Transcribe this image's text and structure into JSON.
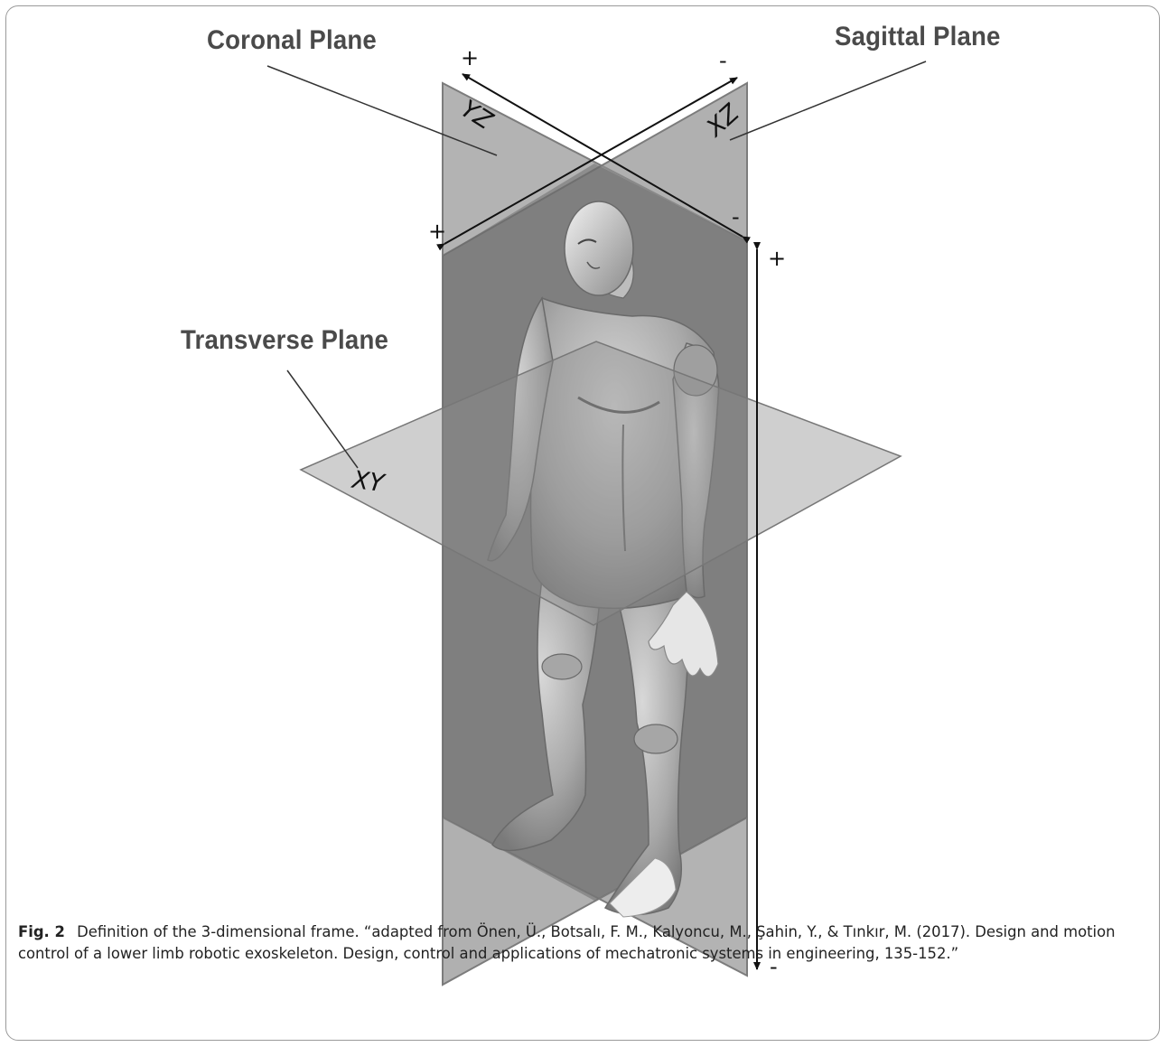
{
  "labels": {
    "coronal": "Coronal Plane",
    "sagittal": "Sagittal Plane",
    "transverse": "Transverse Plane"
  },
  "axis_tags": {
    "yz": "YZ",
    "xz": "XZ",
    "xy": "XY"
  },
  "signs": {
    "coronal_top": "+",
    "coronal_bottom": "-",
    "sagittal_top": "-",
    "sagittal_bottom": "+",
    "vertical_top": "+",
    "vertical_bottom": "-"
  },
  "caption": {
    "label": "Fig. 2",
    "text": "Definition of the 3-dimensional frame. “adapted from Önen, Ü., Botsalı, F. M., Kalyoncu, M., Şahin, Y., & Tınkır, M. (2017). Design and motion control of a lower limb robotic exoskeleton. Design, control and applications of mechatronic systems in engineering, 135-152.”"
  },
  "colors": {
    "plane_fill": "#8c8c8c",
    "plane_edge": "#6f6f6f",
    "figure_skin": "#b9b9b9",
    "line": "#222222"
  }
}
